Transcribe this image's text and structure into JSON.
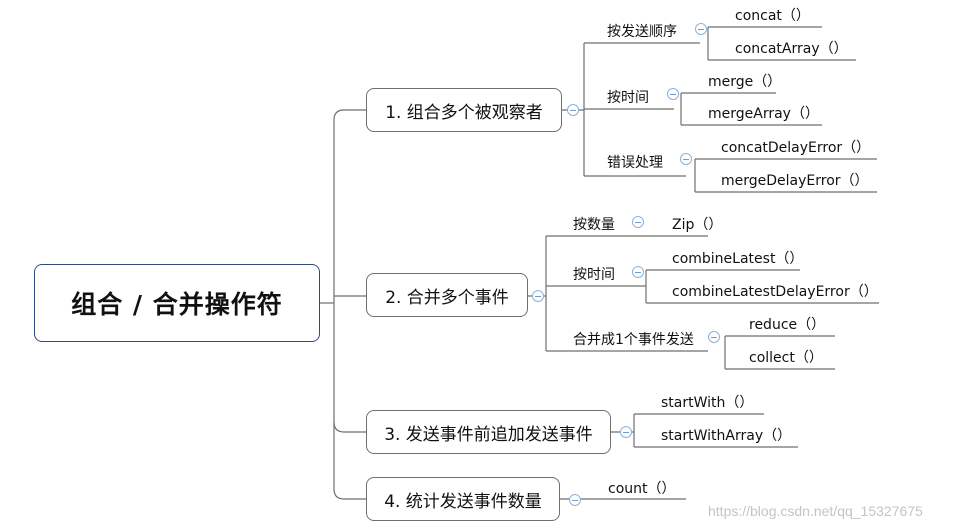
{
  "root": "组合 / 合并操作符",
  "branches": [
    {
      "label": "1. 组合多个被观察者",
      "groups": [
        {
          "label": "按发送顺序",
          "items": [
            "concat（）",
            "concatArray（）"
          ]
        },
        {
          "label": "按时间",
          "items": [
            "merge（）",
            "mergeArray（）"
          ]
        },
        {
          "label": "错误处理",
          "items": [
            "concatDelayError（）",
            "mergeDelayError（）"
          ]
        }
      ]
    },
    {
      "label": "2. 合并多个事件",
      "groups": [
        {
          "label": "按数量",
          "items": [
            "Zip（）"
          ]
        },
        {
          "label": "按时间",
          "items": [
            "combineLatest（）",
            "combineLatestDelayError（）"
          ]
        },
        {
          "label": "合并成1个事件发送",
          "items": [
            "reduce（）",
            "collect（）"
          ]
        }
      ]
    },
    {
      "label": "3. 发送事件前追加发送事件",
      "items": [
        "startWith（）",
        "startWithArray（）"
      ]
    },
    {
      "label": "4. 统计发送事件数量",
      "items": [
        "count（）"
      ]
    }
  ],
  "watermark": "https://blog.csdn.net/qq_15327675",
  "colors": {
    "line": "#6f6f6f",
    "root_border": "#2f4d79",
    "toggle": "#8ab2d8",
    "watermark": "#c4c4c4"
  }
}
